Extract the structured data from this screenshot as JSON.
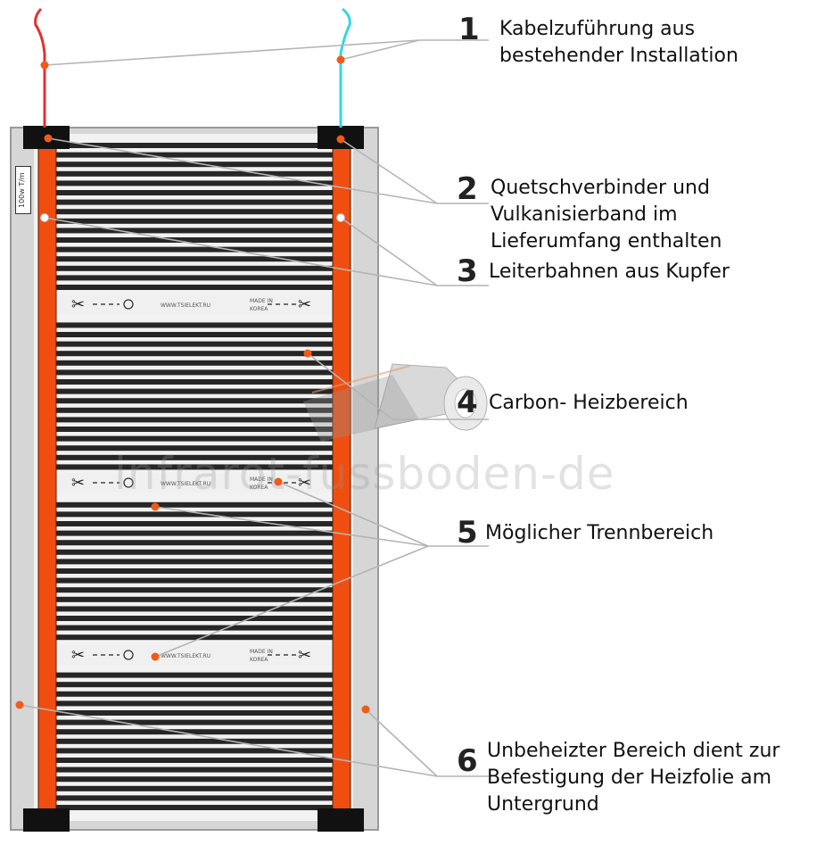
{
  "watermark": "infrarot-fussboden-de",
  "stamp_text": "100w T/m",
  "strip_text": {
    "url": "WWW.TSIELEKT.RU",
    "made_line1": "MADE IN",
    "made_line2": "KOREA"
  },
  "callouts": [
    {
      "number": "1",
      "lines": [
        "Kabelzuführung aus",
        "bestehender Installation"
      ]
    },
    {
      "number": "2",
      "lines": [
        "Quetschverbinder und",
        "Vulkanisierband im",
        "Lieferumfang enthalten"
      ]
    },
    {
      "number": "3",
      "lines": [
        "Leiterbahnen aus Kupfer"
      ]
    },
    {
      "number": "4",
      "lines": [
        "Carbon- Heizbereich"
      ]
    },
    {
      "number": "5",
      "lines": [
        "Möglicher Trennbereich"
      ]
    },
    {
      "number": "6",
      "lines": [
        "Unbeheizter Bereich  dient zur",
        "Befestigung der Heizfolie am",
        "Untergrund"
      ]
    }
  ],
  "colors": {
    "copper_strip": "#f04e10",
    "marker_dot": "#f05a1a",
    "cable_red": "#e53030",
    "cable_cyan": "#33d6e6",
    "heating_line": "#262626",
    "film_border": "#c8c8c8",
    "leader_line": "#b4b4b4"
  }
}
